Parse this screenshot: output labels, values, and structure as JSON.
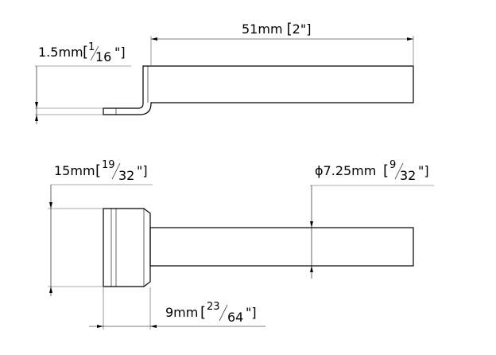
{
  "dimensions": {
    "overall_length": {
      "main": "51mm",
      "open": "[",
      "rest": "2\"]"
    },
    "plate_thickness": {
      "main": "1.5mm",
      "open": "[",
      "num": "1",
      "den": "16",
      "close": "\"]"
    },
    "head_diameter": {
      "main": "15mm",
      "open": "[",
      "num": "19",
      "den": "32",
      "close": "\"]"
    },
    "shaft_diameter": {
      "main": "ϕ7.25mm",
      "open": "[",
      "num": "9",
      "den": "32",
      "close": "\"]"
    },
    "head_length": {
      "main": "9mm",
      "open": "[",
      "num": "23",
      "den": "64",
      "close": "\"]"
    }
  }
}
